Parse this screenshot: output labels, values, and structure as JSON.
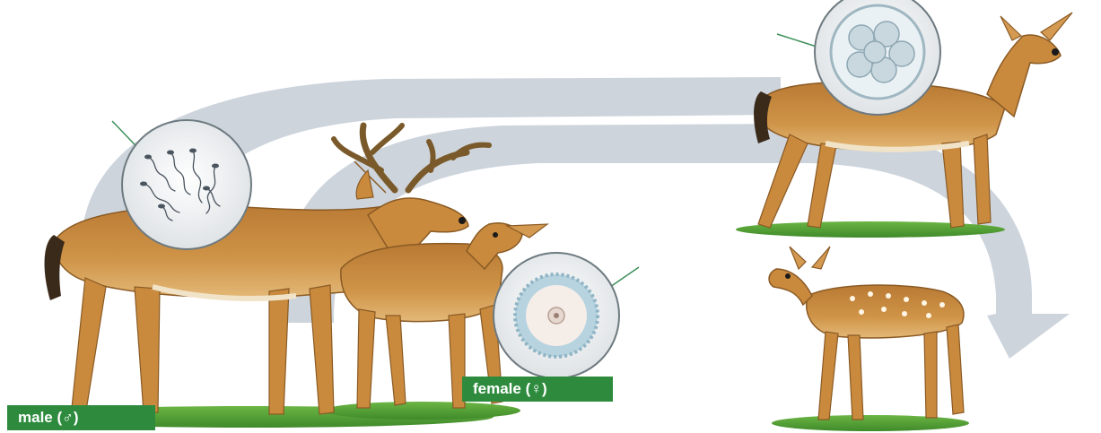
{
  "labels": {
    "male": "male (♂)",
    "female": "female (♀)"
  },
  "colors": {
    "arrow": "#c5ccd6",
    "deer_body": "#c98a3e",
    "deer_dark": "#8a5a24",
    "deer_light": "#f1e3c8",
    "grass": "#5aa33a",
    "label_bg": "#2e8b3e",
    "pointer_line": "#3d8f5a"
  },
  "figures": [
    {
      "name": "male-deer",
      "role": "adult male with antlers"
    },
    {
      "name": "female-deer",
      "role": "adult female"
    },
    {
      "name": "pregnant-doe",
      "role": "adult female carrying embryo"
    },
    {
      "name": "fawn",
      "role": "spotted offspring"
    }
  ],
  "insets": [
    {
      "name": "sperm-inset",
      "depicts": "sperm cells"
    },
    {
      "name": "egg-inset",
      "depicts": "egg cell"
    },
    {
      "name": "embryo-inset",
      "depicts": "multicellular embryo"
    }
  ]
}
